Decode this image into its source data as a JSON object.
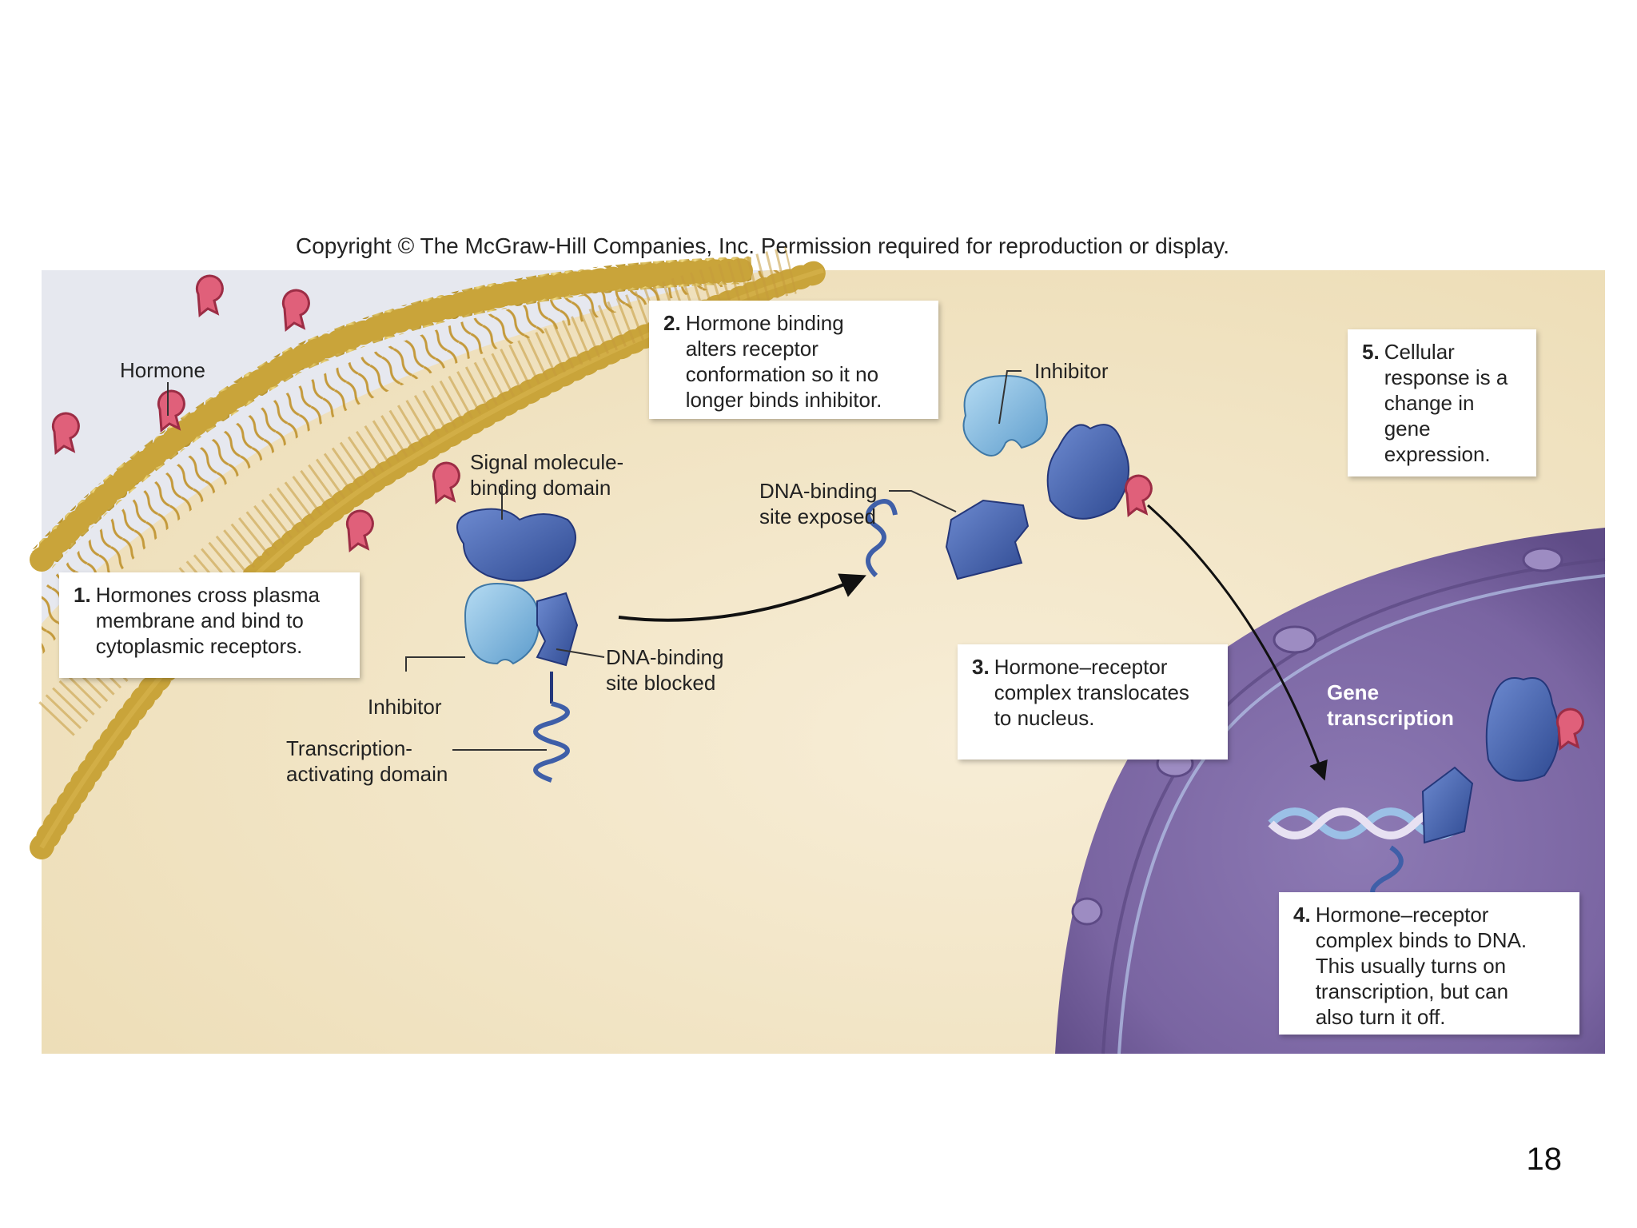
{
  "copyright": "Copyright © The McGraw-Hill Companies, Inc. Permission required for reproduction or display.",
  "steps": [
    {
      "num": "1.",
      "text": "Hormones cross plasma\nmembrane and bind to\ncytoplasmic receptors."
    },
    {
      "num": "2.",
      "text": "Hormone binding\nalters receptor\nconformation so it no\nlonger binds inhibitor."
    },
    {
      "num": "3.",
      "text": "Hormone–receptor\ncomplex translocates\nto nucleus."
    },
    {
      "num": "4.",
      "text": "Hormone–receptor\ncomplex binds to DNA.\nThis usually turns on\ntranscription, but can\nalso turn it off."
    },
    {
      "num": "5.",
      "text": "Cellular\nresponse is a\nchange in\ngene\nexpression."
    }
  ],
  "labels": {
    "hormone": "Hormone",
    "signal_domain": "Signal molecule-\nbinding domain",
    "inhibitor_left": "Inhibitor",
    "dna_blocked": "DNA-binding\nsite blocked",
    "transcription_domain": "Transcription-\nactivating domain",
    "inhibitor_top": "Inhibitor",
    "dna_exposed": "DNA-binding\nsite exposed",
    "gene_transcription": "Gene\ntranscription"
  },
  "slide_number": "18",
  "colors": {
    "cytoplasm": "#f3e6c4",
    "extracellular": "#e4e8f2",
    "membrane": "#c9a43a",
    "nucleus": "#7e6aa6",
    "receptor": "#3f5fa8",
    "inhibitor": "#7fb6de",
    "hormone": "#e0607a"
  }
}
